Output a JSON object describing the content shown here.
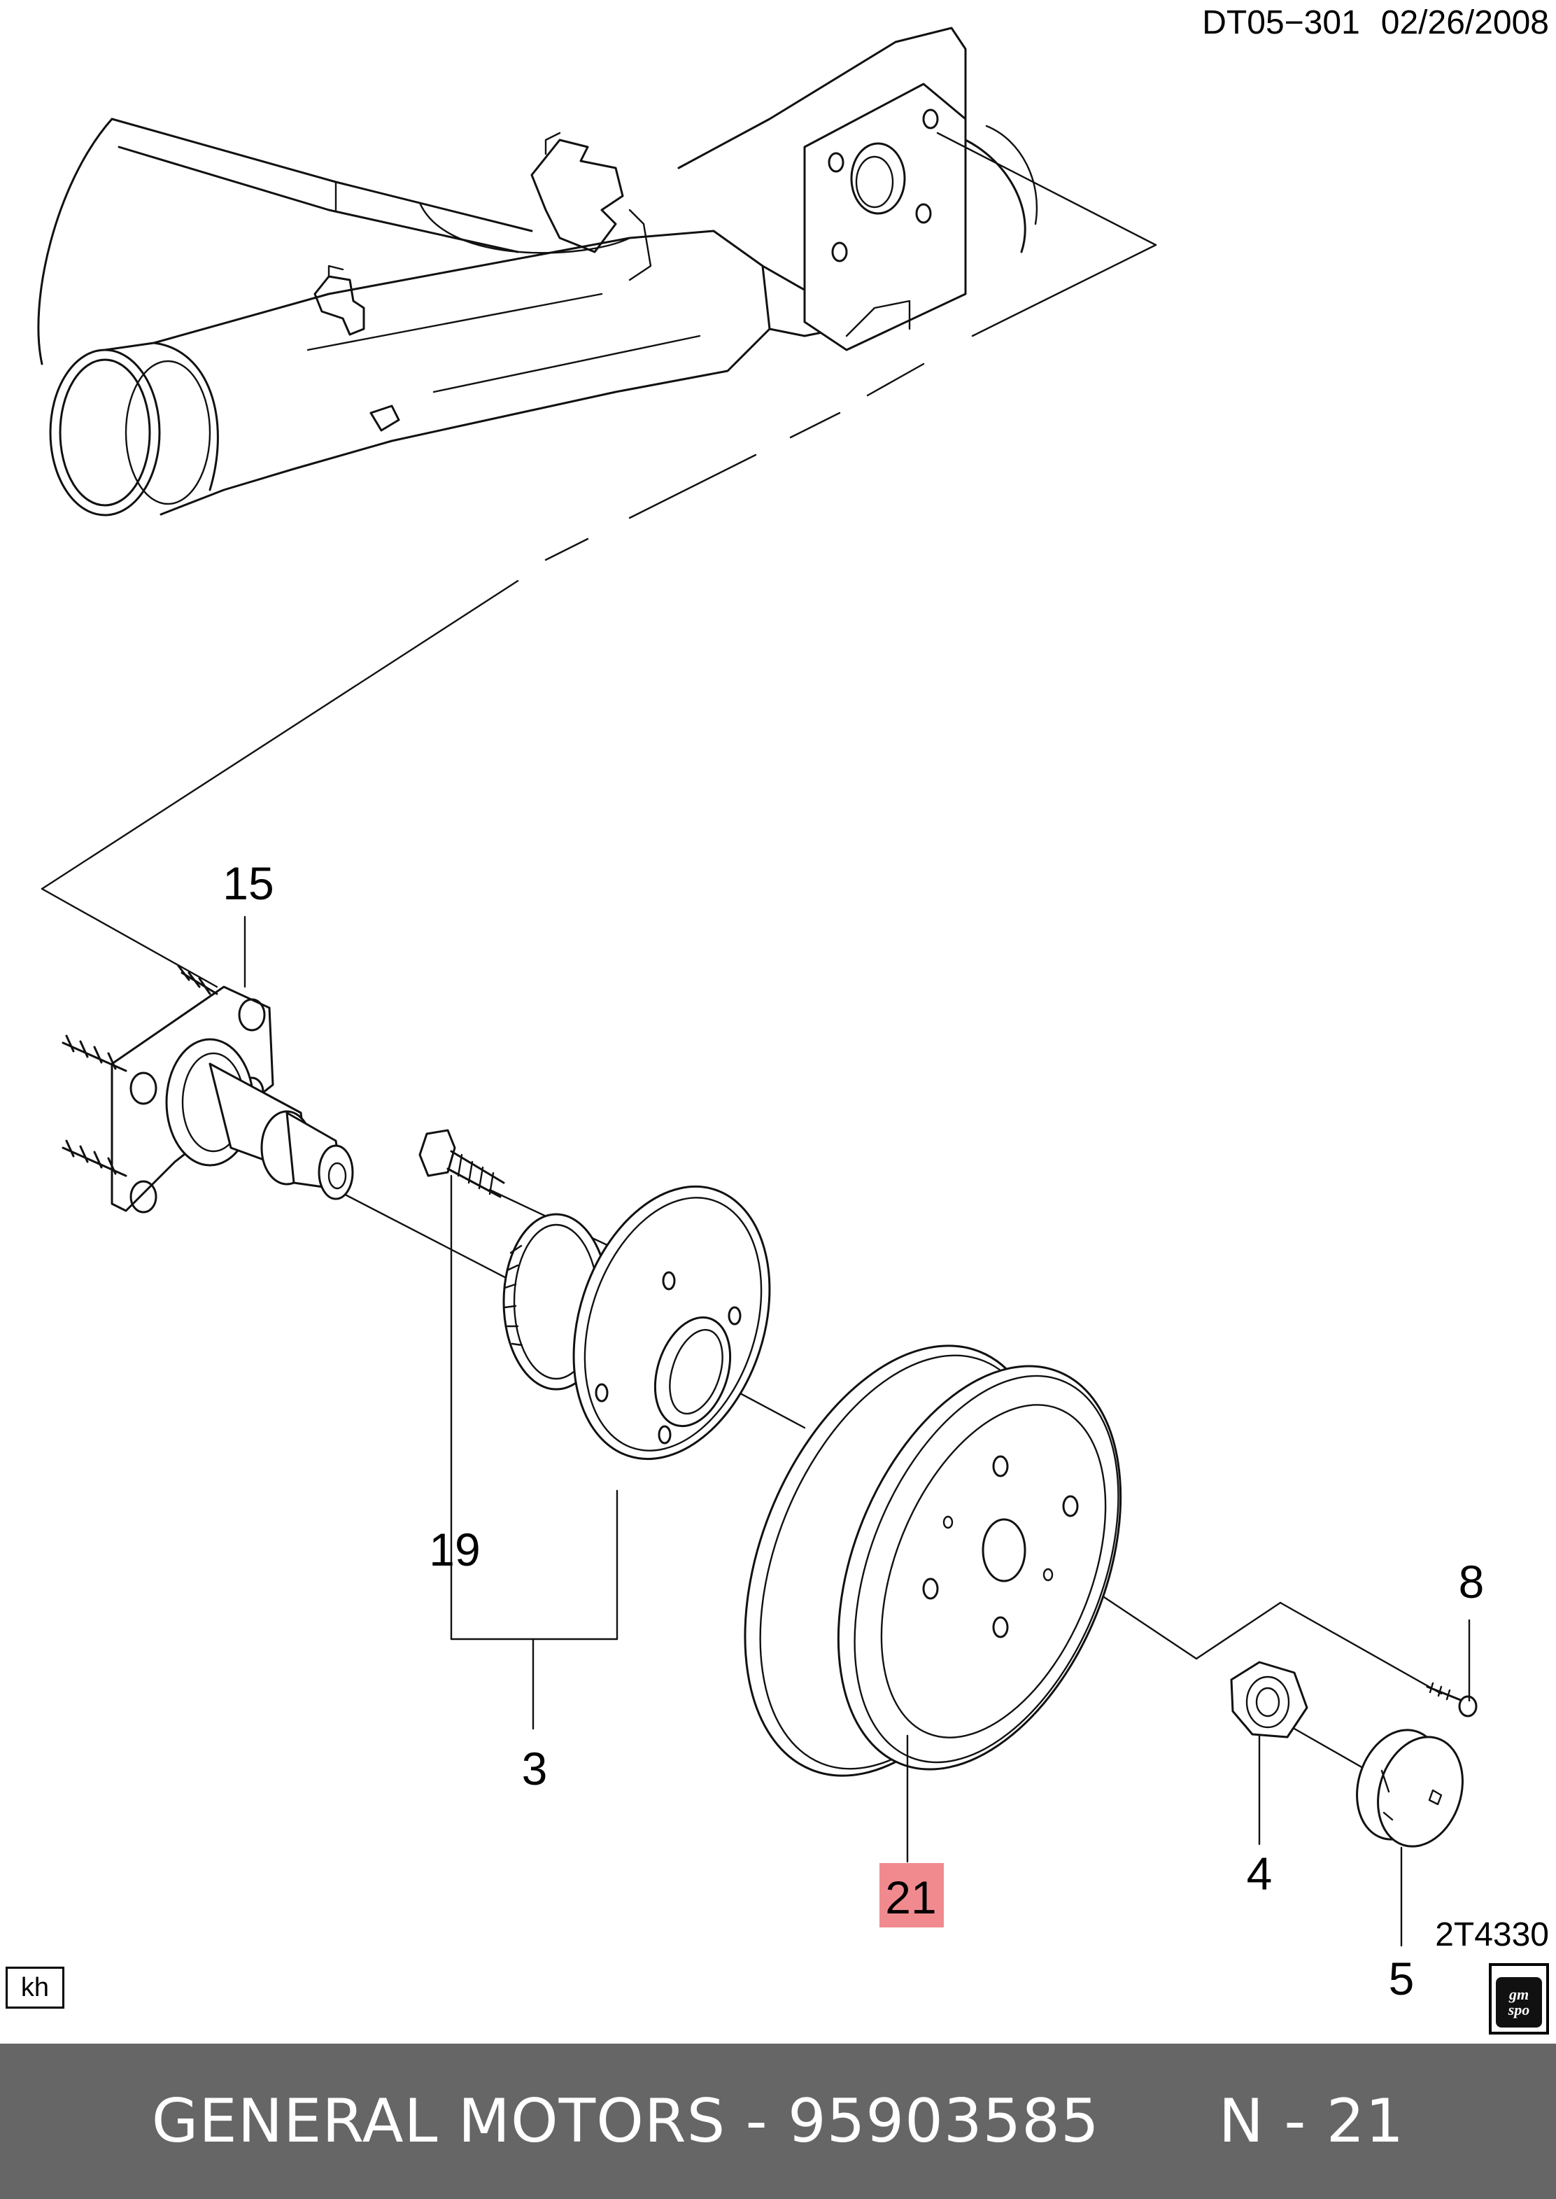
{
  "header": {
    "diagram_code": "DT05−301",
    "date": "02/26/2008"
  },
  "callouts": {
    "c15": "15",
    "c19": "19",
    "c3": "3",
    "c21": "21",
    "c8": "8",
    "c4": "4",
    "c5": "5"
  },
  "highlighted_callout": "21",
  "highlight_color": "#f08a8f",
  "figure_code": "2T4330",
  "corner_tag": "kh",
  "logo": {
    "line1": "gm",
    "line2": "spo"
  },
  "footer": {
    "brand": "GENERAL MOTORS",
    "separator": " - ",
    "part_number": "95903585",
    "gap": "      ",
    "ref": "N - 21"
  },
  "colors": {
    "footer_bg": "#666666",
    "footer_text": "#ffffff"
  }
}
